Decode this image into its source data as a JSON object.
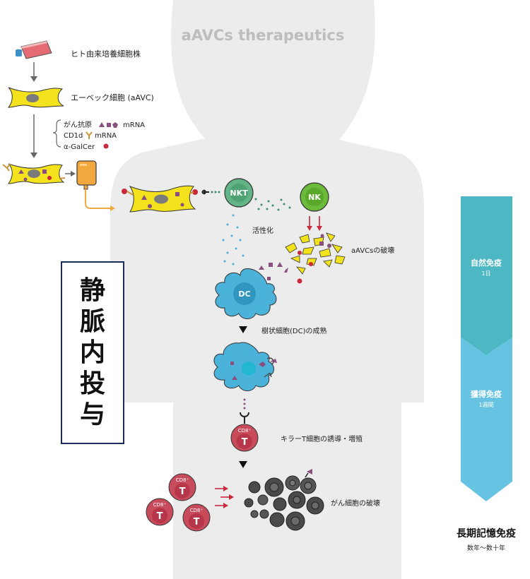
{
  "header_title": "aAVCs therapeutics",
  "left_flow": {
    "step1": "ヒト由来培養細胞株",
    "step2": "エーベック細胞 (aAVC)",
    "loading": [
      "がん抗原",
      "CD1d",
      "α-GalCer"
    ],
    "mrna": "mRNA"
  },
  "route_box": "静脈内投与",
  "cells": {
    "nkt": "NKT",
    "nk": "NK",
    "dc": "DC",
    "cd8": "CD8⁺",
    "t": "T"
  },
  "labels": {
    "activation": "活性化",
    "aavc_destruction": "aAVCsの破壊",
    "dc_maturation": "樹状細胞(DC)の成熟",
    "killer_t": "キラーT細胞の誘導・増殖",
    "cancer_destruction": "がん細胞の破壊"
  },
  "immunity": {
    "innate": {
      "title": "自然免疫",
      "time": "1日"
    },
    "acquired": {
      "title": "獲得免疫",
      "time": "1週間"
    },
    "memory": {
      "title": "長期記憶免疫",
      "time": "数年〜数十年"
    }
  },
  "colors": {
    "aavc_yellow": "#f4e31c",
    "flask_pink": "#e46a73",
    "body_gray": "#ececec",
    "nkt_green": "#62b487",
    "nk_green": "#6cba3a",
    "dc_blue": "#4bb2d9",
    "t_red": "#c84b5b",
    "cancer_dark": "#4a4a4a",
    "arrow_teal_dark": "#4db8c4",
    "arrow_teal_light": "#66c3e2",
    "box_navy": "#1c2c5a",
    "antigen_purple": "#8a4f7d",
    "galcer_red": "#c8293b"
  }
}
